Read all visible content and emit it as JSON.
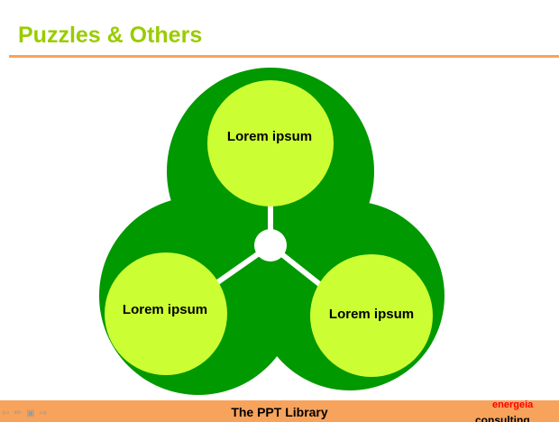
{
  "slide": {
    "title": "Puzzles & Others"
  },
  "diagram": {
    "nodes": [
      {
        "label": "Lorem ipsum"
      },
      {
        "label": "Lorem ipsum"
      },
      {
        "label": "Lorem ipsum"
      }
    ]
  },
  "footer": {
    "text": "The PPT Library",
    "brand_top": "energeia",
    "brand_bottom": "consulting"
  },
  "nav": {
    "icons": [
      "arrow-left-icon",
      "pencil-icon",
      "screen-icon",
      "arrow-right-icon"
    ]
  },
  "colors": {
    "title": "#99cc00",
    "rule": "#f7a35c",
    "blob": "#009900",
    "node": "#ccff33",
    "connector": "#ffffff",
    "footer": "#f7a35c",
    "brand_red": "#ff0000"
  }
}
